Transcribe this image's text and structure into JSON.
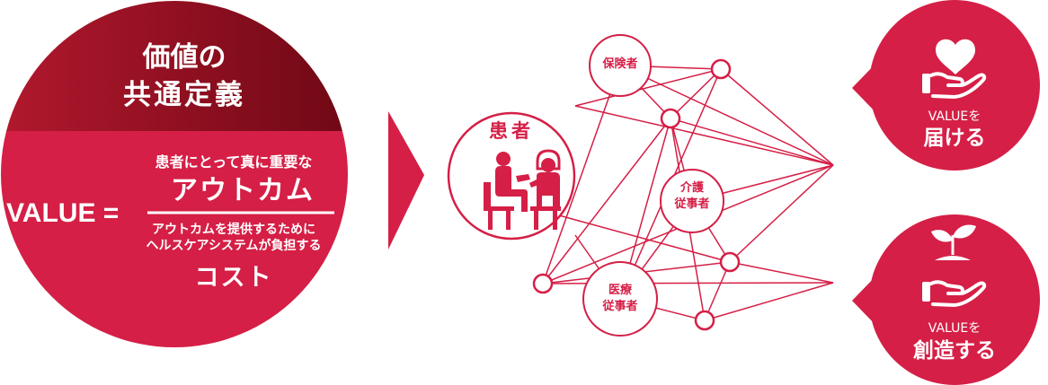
{
  "definition": {
    "title_line1": "価値の",
    "title_line2": "共通定義",
    "value_label": "VALUE =",
    "numerator_small": "患者にとって真に重要な",
    "numerator_large": "アウトカム",
    "denominator_line1": "アウトカムを提供するために",
    "denominator_line2": "ヘルスケアシステムが負担する",
    "denominator_large": "コスト"
  },
  "network": {
    "patient": "患者",
    "insurer": "保険者",
    "care_line1": "介護",
    "care_line2": "従事者",
    "medical_line1": "医療",
    "medical_line2": "従事者"
  },
  "outcomes": [
    {
      "small": "VALUEを",
      "large": "届ける",
      "icon": "hand-heart-icon"
    },
    {
      "small": "VALUEを",
      "large": "創造する",
      "icon": "hand-sprout-icon"
    }
  ],
  "colors": {
    "crimson": "#d51f46",
    "dark_red": "#8c0c1e",
    "white": "#ffffff"
  }
}
